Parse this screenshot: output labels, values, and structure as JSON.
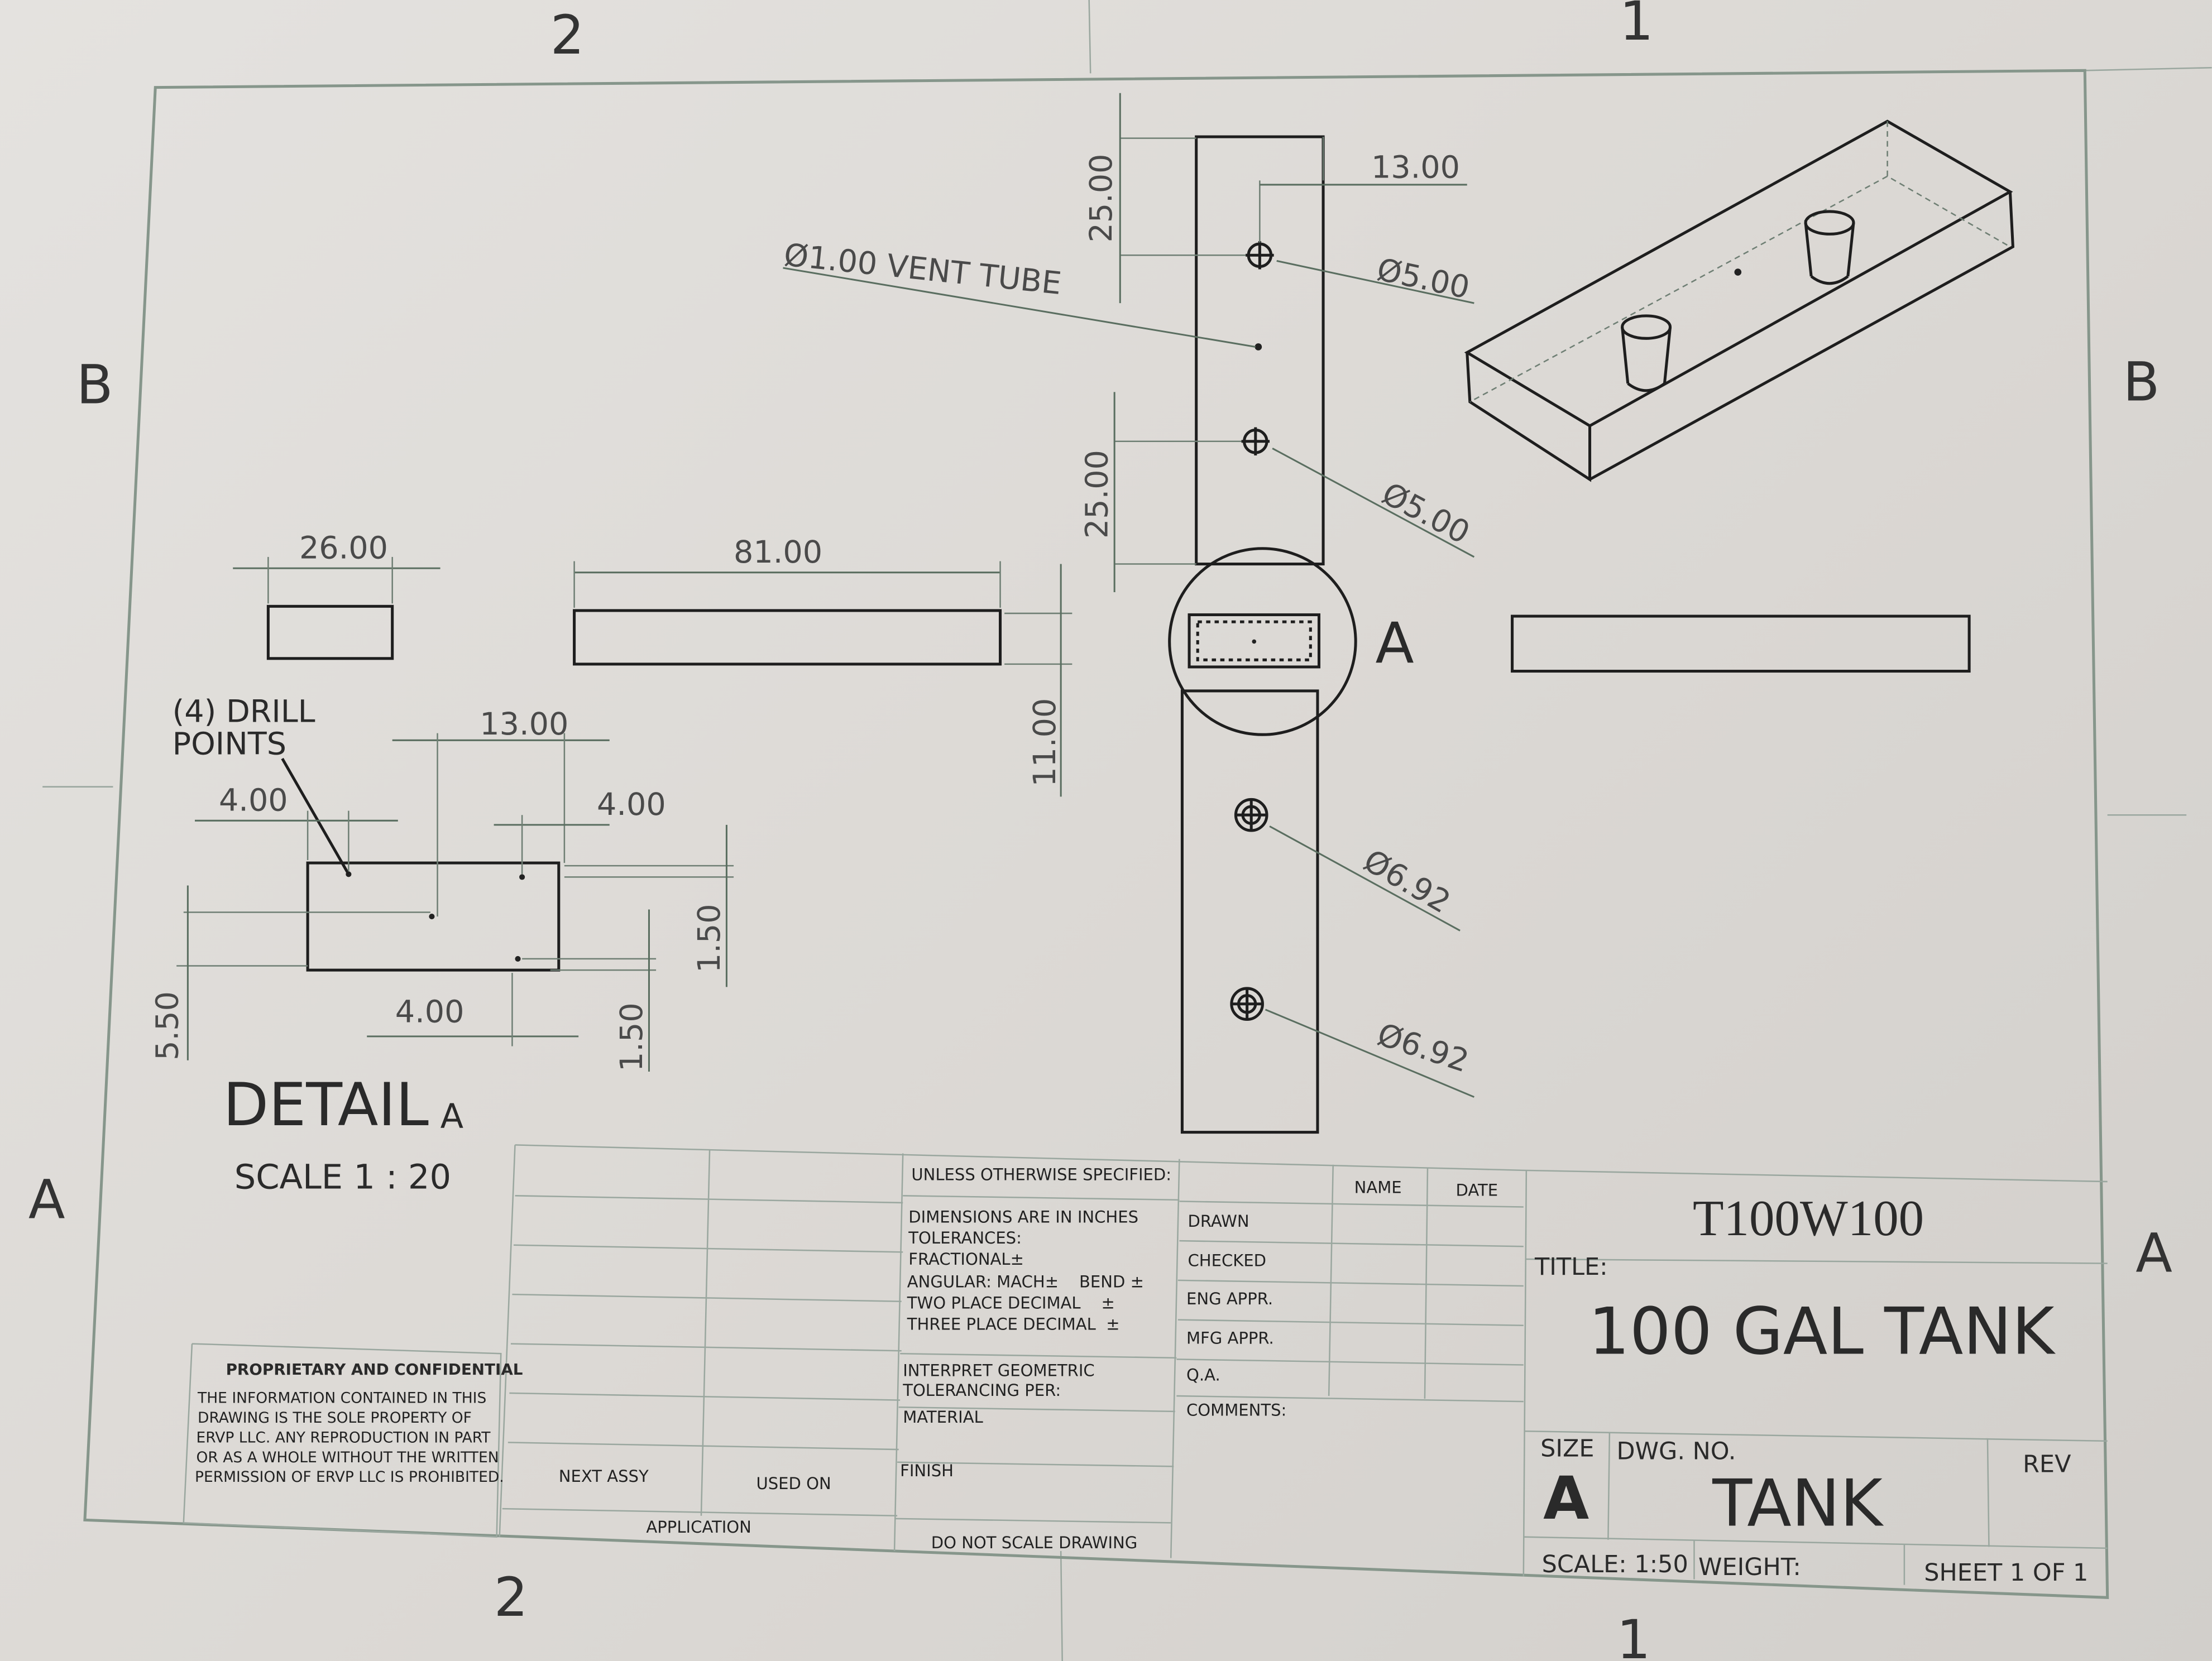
{
  "zones": {
    "top_left": "2",
    "top_right": "1",
    "left_upper": "B",
    "right_upper": "B",
    "left_lower": "A",
    "right_lower": "A",
    "bottom_left": "2",
    "bottom_right": "1"
  },
  "dimensions": {
    "top_vertical": "25.00",
    "top_width": "13.00",
    "vent_tube": "Ø1.00 VENT TUBE",
    "hole_1": "Ø5.00",
    "hole_2": "Ø5.00",
    "mid_vertical": "25.00",
    "side_width": "26.00",
    "front_length": "81.00",
    "height": "11.00",
    "hole_3": "Ø6.92",
    "hole_4": "Ø6.92",
    "detail_callout": "A"
  },
  "detail": {
    "drill_points_line1": "(4) DRILL",
    "drill_points_line2": "POINTS",
    "dim_13": "13.00",
    "dim_4_left": "4.00",
    "dim_4_right": "4.00",
    "dim_4_bottom": "4.00",
    "dim_150_right": "1.50",
    "dim_150_bottom": "1.50",
    "dim_550": "5.50",
    "title": "DETAIL",
    "title_letter": "A",
    "scale": "SCALE 1 : 20"
  },
  "title_block": {
    "proprietary_heading": "PROPRIETARY AND CONFIDENTIAL",
    "proprietary_lines": [
      "THE INFORMATION CONTAINED IN THIS",
      "DRAWING IS THE SOLE PROPERTY OF",
      "ERVP LLC.  ANY REPRODUCTION IN PART",
      "OR AS A WHOLE WITHOUT THE WRITTEN",
      "PERMISSION OF ERVP LLC IS PROHIBITED."
    ],
    "next_assy": "NEXT ASSY",
    "used_on": "USED ON",
    "application": "APPLICATION",
    "unless": "UNLESS OTHERWISE SPECIFIED:",
    "tolerance_lines": [
      "DIMENSIONS ARE IN INCHES",
      "TOLERANCES:",
      "FRACTIONAL±",
      "ANGULAR: MACH±    BEND ±",
      "TWO PLACE DECIMAL    ±",
      "THREE PLACE DECIMAL  ±"
    ],
    "interpret_1": "INTERPRET GEOMETRIC",
    "interpret_2": "TOLERANCING PER:",
    "material": "MATERIAL",
    "finish": "FINISH",
    "do_not_scale": "DO NOT SCALE DRAWING",
    "name_header": "NAME",
    "date_header": "DATE",
    "rows": [
      "DRAWN",
      "CHECKED",
      "ENG APPR.",
      "MFG APPR.",
      "Q.A."
    ],
    "comments": "COMMENTS:",
    "company_code": "T100W100",
    "title_label": "TITLE:",
    "title": "100 GAL TANK",
    "size_label": "SIZE",
    "size": "A",
    "dwg_no_label": "DWG.  NO.",
    "dwg_no": "TANK",
    "rev_label": "REV",
    "scale": "SCALE: 1:50",
    "weight": "WEIGHT:",
    "sheet": "SHEET 1 OF 1"
  }
}
